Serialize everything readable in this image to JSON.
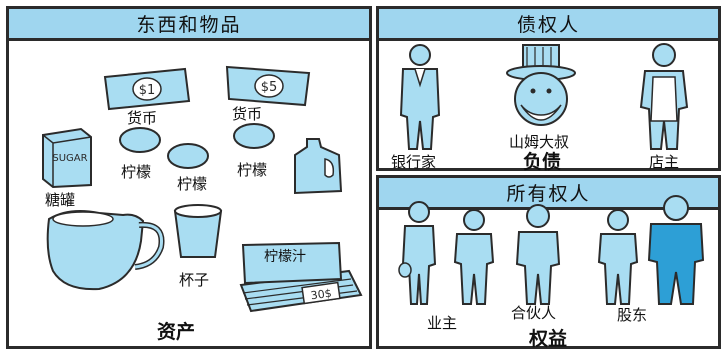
{
  "panels": {
    "assets": {
      "header": "东西和物品",
      "footer": "资产",
      "labels": {
        "money_1": "货币",
        "money_2": "货币",
        "sugar": "糖罐",
        "lemon_1": "柠檬",
        "lemon_2": "柠檬",
        "lemon_3": "柠檬",
        "cup": "杯子",
        "juice": "柠檬汁",
        "cash": "30$",
        "sugar_box": "SUGAR",
        "bill_1": "$1",
        "bill_5": "$5"
      }
    },
    "liabilities": {
      "header": "债权人",
      "footer": "负债",
      "labels": {
        "banker": "银行家",
        "uncle_sam": "山姆大叔",
        "shopkeeper": "店主"
      }
    },
    "equity": {
      "header": "所有权人",
      "footer": "权益",
      "labels": {
        "owner": "业主",
        "partner": "合伙人",
        "shareholder": "股东"
      }
    }
  },
  "colors": {
    "header_fill": "#9fd6ef",
    "item_fill": "#a9ddf2",
    "outline": "#2b2b2b"
  }
}
